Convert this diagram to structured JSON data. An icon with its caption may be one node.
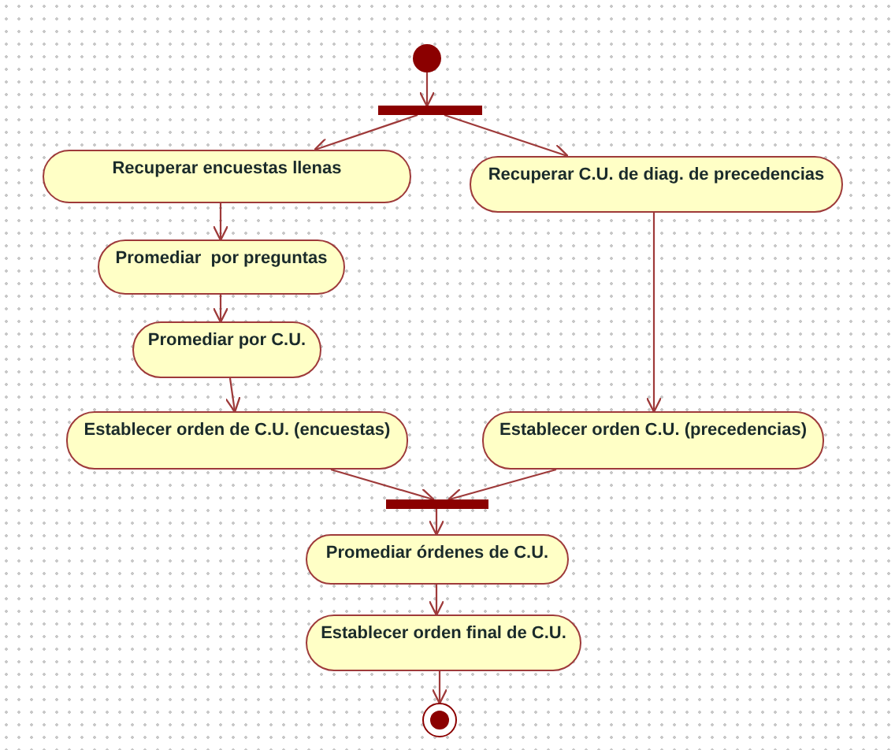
{
  "diagram": {
    "nodes": [
      {
        "text": [],
        "shape": "circle"
      },
      {
        "text": [],
        "shape": "bar"
      },
      {
        "text": [
          "Recuperar encuestas llenas"
        ]
      },
      {
        "text": [
          "Recuperar C.U. de diag. de precedencias"
        ]
      },
      {
        "text": [
          "Promediar  por preguntas"
        ]
      },
      {
        "text": [
          "Promediar por C.U."
        ]
      },
      {
        "text": [
          "Establecer orden de C.U. (encuestas)"
        ]
      },
      {
        "text": [
          "Establecer orden C.U. (precedencias)"
        ]
      },
      {
        "text": [],
        "shape": "bar"
      },
      {
        "text": [
          "Promediar órdenes de C.U."
        ]
      },
      {
        "text": [
          "Establecer orden final de C.U."
        ]
      },
      {
        "text": [],
        "shape": "bullseye"
      }
    ],
    "edges": [
      {
        "from": 0,
        "to": 1,
        "arrow": "to"
      },
      {
        "from": 1,
        "to": 2,
        "arrow": "to"
      },
      {
        "from": 1,
        "to": 3,
        "arrow": "to"
      },
      {
        "from": 2,
        "to": 4,
        "arrow": "to"
      },
      {
        "from": 4,
        "to": 5,
        "arrow": "to"
      },
      {
        "from": 5,
        "to": 6,
        "arrow": "to"
      },
      {
        "from": 3,
        "to": 7,
        "arrow": "to"
      },
      {
        "from": 6,
        "to": 8,
        "arrow": "to"
      },
      {
        "from": 7,
        "to": 8,
        "arrow": "to"
      },
      {
        "from": 8,
        "to": 9,
        "arrow": "to"
      },
      {
        "from": 9,
        "to": 10,
        "arrow": "to"
      },
      {
        "from": 10,
        "to": 11,
        "arrow": "to"
      }
    ]
  }
}
